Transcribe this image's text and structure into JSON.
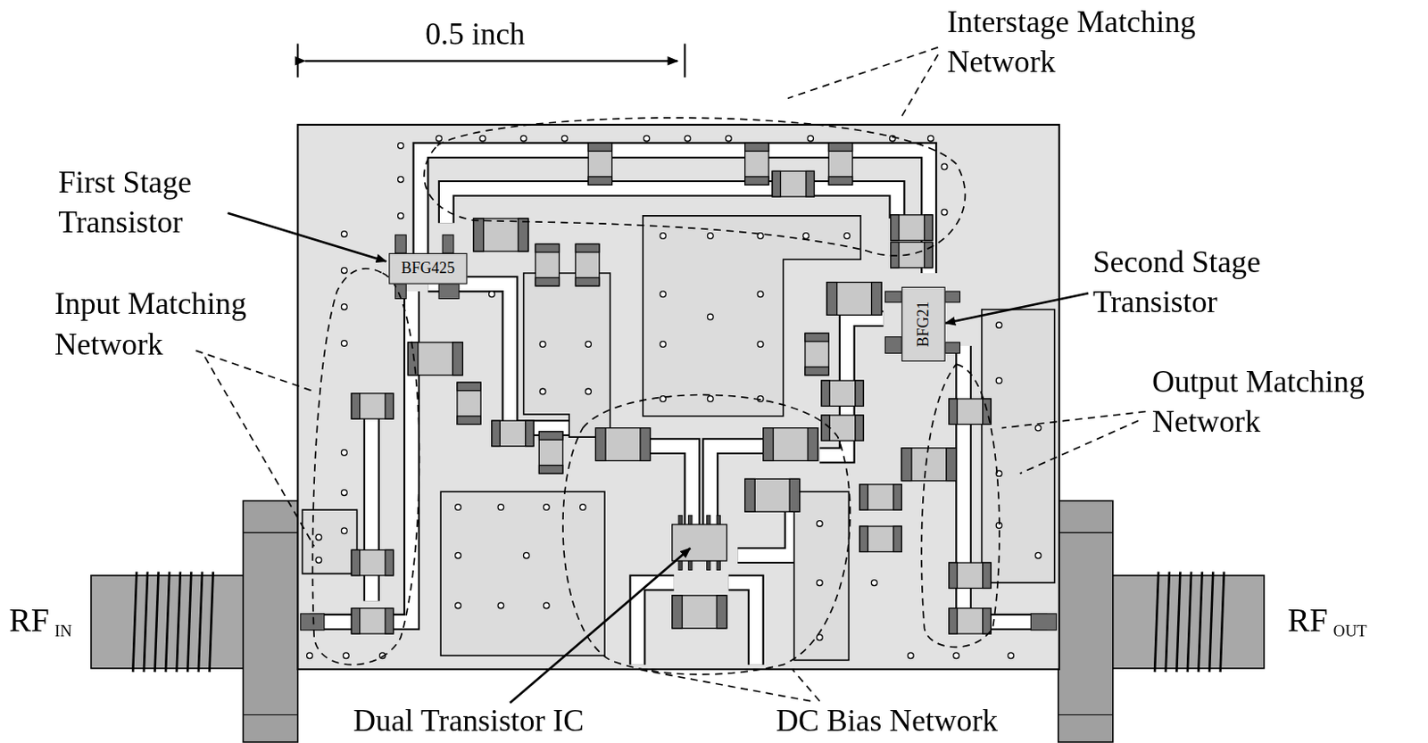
{
  "diagram": {
    "nodes": [
      {
        "text": [
          "BFG425"
        ]
      },
      {
        "text": [
          "BFG21"
        ]
      }
    ],
    "labels": [
      "0.5 inch",
      "Interstage Matching Network",
      "First Stage Transistor",
      "Input Matching Network",
      "Second Stage Transistor",
      "Output Matching Network",
      "Dual Transistor IC",
      "DC Bias Network",
      "RF",
      "IN",
      "RF",
      "OUT"
    ]
  }
}
